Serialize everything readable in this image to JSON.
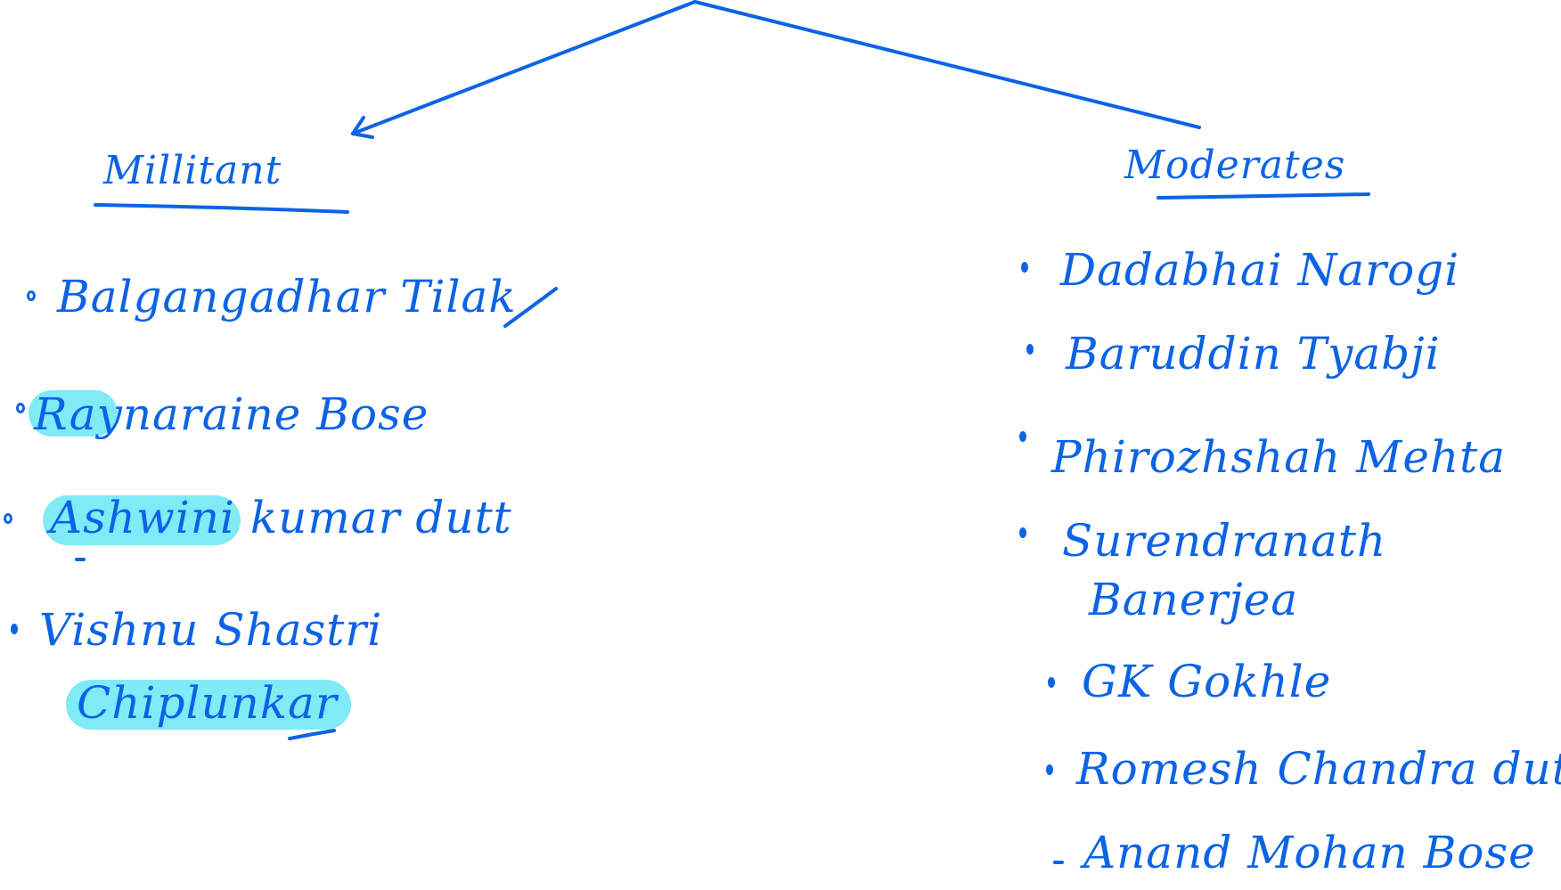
{
  "colors": {
    "ink": "#0b63e5",
    "highlight": "#80ebf6",
    "background": "#ffffff"
  },
  "left": {
    "heading": "Millitant",
    "items": [
      {
        "text": "Balgangadhar Tilak",
        "highlighted": false
      },
      {
        "text": "Raynaraine Bose",
        "highlighted": true
      },
      {
        "text": "Ashwini kumar dutt",
        "highlighted": true
      },
      {
        "text": "Vishnu Shastri",
        "highlighted": false
      },
      {
        "text": "Chiplunkar",
        "highlighted": true
      }
    ]
  },
  "right": {
    "heading": "Moderates",
    "items": [
      {
        "text": "Dadabhai Narogi"
      },
      {
        "text": "Baruddin Tyabji"
      },
      {
        "text": "Phirozhshah Mehta"
      },
      {
        "text": "Surendranath"
      },
      {
        "text": "Banerjea"
      },
      {
        "text": "GK Gokhle"
      },
      {
        "text": "Romesh Chandra dutt"
      },
      {
        "text": "Anand Mohan Bose"
      }
    ]
  }
}
